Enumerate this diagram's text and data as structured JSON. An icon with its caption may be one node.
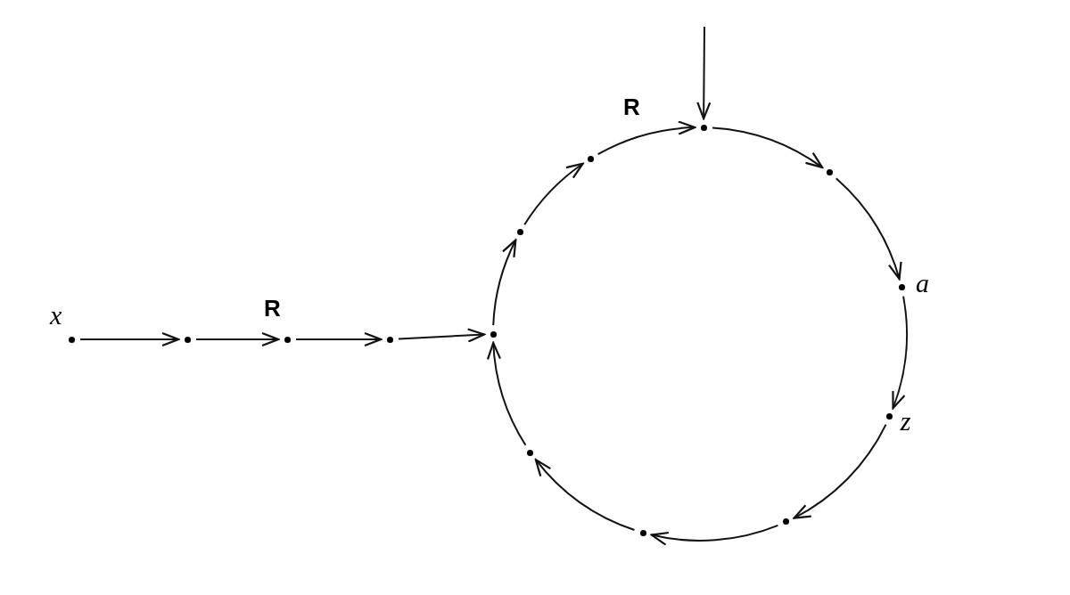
{
  "diagram": {
    "nodes": [
      {
        "text": [],
        "shape": "circle",
        "beside": [
          "x"
        ]
      },
      {
        "text": [],
        "shape": "circle"
      },
      {
        "text": [],
        "shape": "circle",
        "beside": [
          "R"
        ]
      },
      {
        "text": [],
        "shape": "circle"
      },
      {
        "text": [],
        "shape": "circle"
      },
      {
        "text": [],
        "shape": "circle"
      },
      {
        "text": [],
        "shape": "circle"
      },
      {
        "text": [],
        "shape": "circle",
        "beside": [
          "R"
        ]
      },
      {
        "text": [],
        "shape": "circle"
      },
      {
        "text": [],
        "shape": "circle",
        "beside": [
          "a"
        ]
      },
      {
        "text": [],
        "shape": "circle",
        "beside": [
          "z"
        ]
      },
      {
        "text": [],
        "shape": "circle"
      },
      {
        "text": [],
        "shape": "circle"
      },
      {
        "text": [],
        "shape": "circle"
      }
    ],
    "edges": [
      {
        "from": 0,
        "to": 1,
        "arrow": "to"
      },
      {
        "from": 1,
        "to": 2,
        "arrow": "to"
      },
      {
        "from": 2,
        "to": 3,
        "arrow": "to"
      },
      {
        "from": 3,
        "to": 4,
        "arrow": "to"
      },
      {
        "from": 4,
        "to": 5,
        "arrow": "to"
      },
      {
        "from": 5,
        "to": 6,
        "arrow": "to"
      },
      {
        "from": 6,
        "to": 7,
        "arrow": "to"
      },
      {
        "from": null,
        "to": 7,
        "arrow": "to"
      },
      {
        "from": 7,
        "to": 8,
        "arrow": "to"
      },
      {
        "from": 8,
        "to": 9,
        "arrow": "to"
      },
      {
        "from": 9,
        "to": 10,
        "arrow": "to"
      },
      {
        "from": 10,
        "to": 11,
        "arrow": "to"
      },
      {
        "from": 11,
        "to": 12,
        "arrow": "to"
      },
      {
        "from": 12,
        "to": 13,
        "arrow": "to"
      },
      {
        "from": 13,
        "to": 4,
        "arrow": "to"
      }
    ]
  }
}
